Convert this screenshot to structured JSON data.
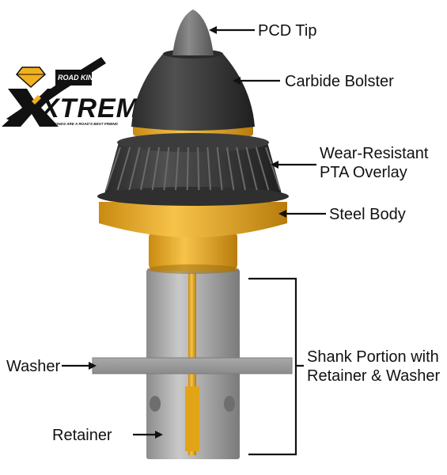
{
  "logo": {
    "brand_small": "ROAD KING",
    "brand_big": "XTREME",
    "tagline": "DIAMONDS ARE A ROAD'S BEST FRIEND",
    "colors": {
      "gold": "#f2b01e",
      "dark": "#111111"
    }
  },
  "labels": {
    "pcd_tip": "PCD Tip",
    "carbide_bolster": "Carbide Bolster",
    "overlay_line1": "Wear-Resistant",
    "overlay_line2": "PTA Overlay",
    "steel_body": "Steel Body",
    "shank_line1": "Shank Portion with",
    "shank_line2": "Retainer & Washer",
    "washer": "Washer",
    "retainer": "Retainer"
  },
  "colors": {
    "tip": "#707070",
    "bolster": "#3a3a3a",
    "overlay": "#4a4a4a",
    "steel": "#f2b01e",
    "shank": "#b0b0b0"
  }
}
